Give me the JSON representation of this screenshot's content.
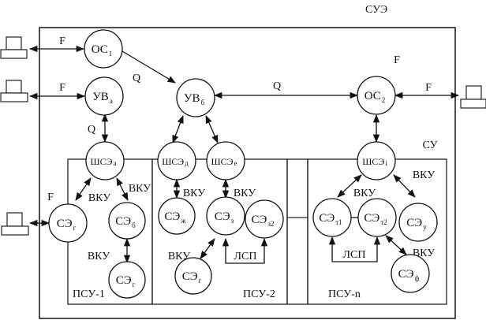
{
  "title": "СУЭ",
  "frame_labels": {
    "outer": "СУЭ",
    "inner_f": "F",
    "inner": "СУ"
  },
  "subsystems": [
    {
      "id": "psu1",
      "label": "ПСУ-1"
    },
    {
      "id": "psu2",
      "label": "ПСУ-2"
    },
    {
      "id": "psun",
      "label": "ПСУ-n"
    }
  ],
  "nodes": [
    {
      "id": "os1",
      "base": "ОС",
      "sub": "1",
      "small": false
    },
    {
      "id": "uva",
      "base": "УВ",
      "sub": "а",
      "small": false
    },
    {
      "id": "uvb",
      "base": "УВ",
      "sub": "б",
      "small": false
    },
    {
      "id": "os2",
      "base": "ОС",
      "sub": "2",
      "small": false
    },
    {
      "id": "shsea",
      "base": "ШСЭ",
      "sub": "а",
      "small": true
    },
    {
      "id": "shsed",
      "base": "ШСЭ",
      "sub": "д",
      "small": true
    },
    {
      "id": "shsee",
      "base": "ШСЭ",
      "sub": "е",
      "small": true
    },
    {
      "id": "shsei",
      "base": "ШСЭ",
      "sub": "i",
      "small": true
    },
    {
      "id": "seg1",
      "base": "СЭ",
      "sub": "г",
      "small": false
    },
    {
      "id": "seb",
      "base": "СЭ",
      "sub": "б",
      "small": false
    },
    {
      "id": "seg2",
      "base": "СЭ",
      "sub": "г",
      "small": false
    },
    {
      "id": "sezh",
      "base": "СЭ",
      "sub": "ж",
      "small": false
    },
    {
      "id": "sez",
      "base": "СЭ",
      "sub": "з",
      "small": false
    },
    {
      "id": "sez2",
      "base": "СЭ",
      "sub": "з2",
      "small": false
    },
    {
      "id": "seg3",
      "base": "СЭ",
      "sub": "г",
      "small": false
    },
    {
      "id": "set1",
      "base": "СЭ",
      "sub": "т1",
      "small": false
    },
    {
      "id": "set2",
      "base": "СЭ",
      "sub": "т2",
      "small": false
    },
    {
      "id": "seu",
      "base": "СЭ",
      "sub": "у",
      "small": false
    },
    {
      "id": "sef",
      "base": "СЭ",
      "sub": "ф",
      "small": false
    }
  ],
  "terminals": [
    {
      "id": "term-os1",
      "connects_to": "os1",
      "label": "F"
    },
    {
      "id": "term-uva",
      "connects_to": "uva",
      "label": "F"
    },
    {
      "id": "term-seg1",
      "connects_to": "seg1",
      "label": "F"
    },
    {
      "id": "term-os2",
      "connects_to": "os2",
      "label": "F"
    }
  ],
  "edges": [
    {
      "from": "term-os1",
      "to": "os1",
      "label": "F",
      "dir": "both"
    },
    {
      "from": "term-uva",
      "to": "uva",
      "label": "F",
      "dir": "both"
    },
    {
      "from": "os1",
      "to": "uvb",
      "label": "Q",
      "dir": "forward"
    },
    {
      "from": "uva",
      "to": "shsea",
      "label": "Q",
      "dir": "both"
    },
    {
      "from": "os2",
      "to": "uvb",
      "label": "Q",
      "dir": "both"
    },
    {
      "from": "term-os2",
      "to": "os2",
      "label": "F",
      "dir": "both"
    },
    {
      "from": "uvb",
      "to": "shsed",
      "label": "",
      "dir": "both"
    },
    {
      "from": "uvb",
      "to": "shsee",
      "label": "",
      "dir": "both"
    },
    {
      "from": "os2",
      "to": "shsei",
      "label": "",
      "dir": "both"
    },
    {
      "from": "shsea",
      "to": "seg1",
      "label": "ВКУ",
      "dir": "both"
    },
    {
      "from": "shsea",
      "to": "seb",
      "label": "ВКУ",
      "dir": "both"
    },
    {
      "from": "seb",
      "to": "seg2",
      "label": "ВКУ",
      "dir": "both"
    },
    {
      "from": "term-seg1",
      "to": "seg1",
      "label": "F",
      "dir": "both"
    },
    {
      "from": "shsed",
      "to": "sezh",
      "label": "ВКУ",
      "dir": "both"
    },
    {
      "from": "shsee",
      "to": "sez",
      "label": "ВКУ",
      "dir": "both"
    },
    {
      "from": "sez",
      "to": "seg3",
      "label": "ВКУ",
      "dir": "both"
    },
    {
      "from": "sez",
      "to": "sez2",
      "label": "ЛСП",
      "dir": "bus"
    },
    {
      "from": "shsei",
      "to": "set1",
      "label": "ВКУ",
      "dir": "both"
    },
    {
      "from": "shsei",
      "to": "seu",
      "label": "ВКУ",
      "dir": "both"
    },
    {
      "from": "set2",
      "to": "sef",
      "label": "ВКУ",
      "dir": "both"
    },
    {
      "from": "set1",
      "to": "set2",
      "label": "ЛСП",
      "dir": "bus"
    }
  ],
  "edge_labels": {
    "f_os1": "F",
    "f_uva": "F",
    "q_os1_uvb": "Q",
    "q_uva_shsea": "Q",
    "q_uvb_os2": "Q",
    "f_os2": "F",
    "f_seg1": "F",
    "vku_a_g": "ВКУ",
    "vku_a_b": "ВКУ",
    "vku_b_g": "ВКУ",
    "vku_d_zh": "ВКУ",
    "vku_e_z": "ВКУ",
    "vku_z_g": "ВКУ",
    "lsp_2": "ЛСП",
    "vku_i_t1": "ВКУ",
    "vku_i_u": "ВКУ",
    "vku_t2_f": "ВКУ",
    "lsp_n": "ЛСП"
  }
}
